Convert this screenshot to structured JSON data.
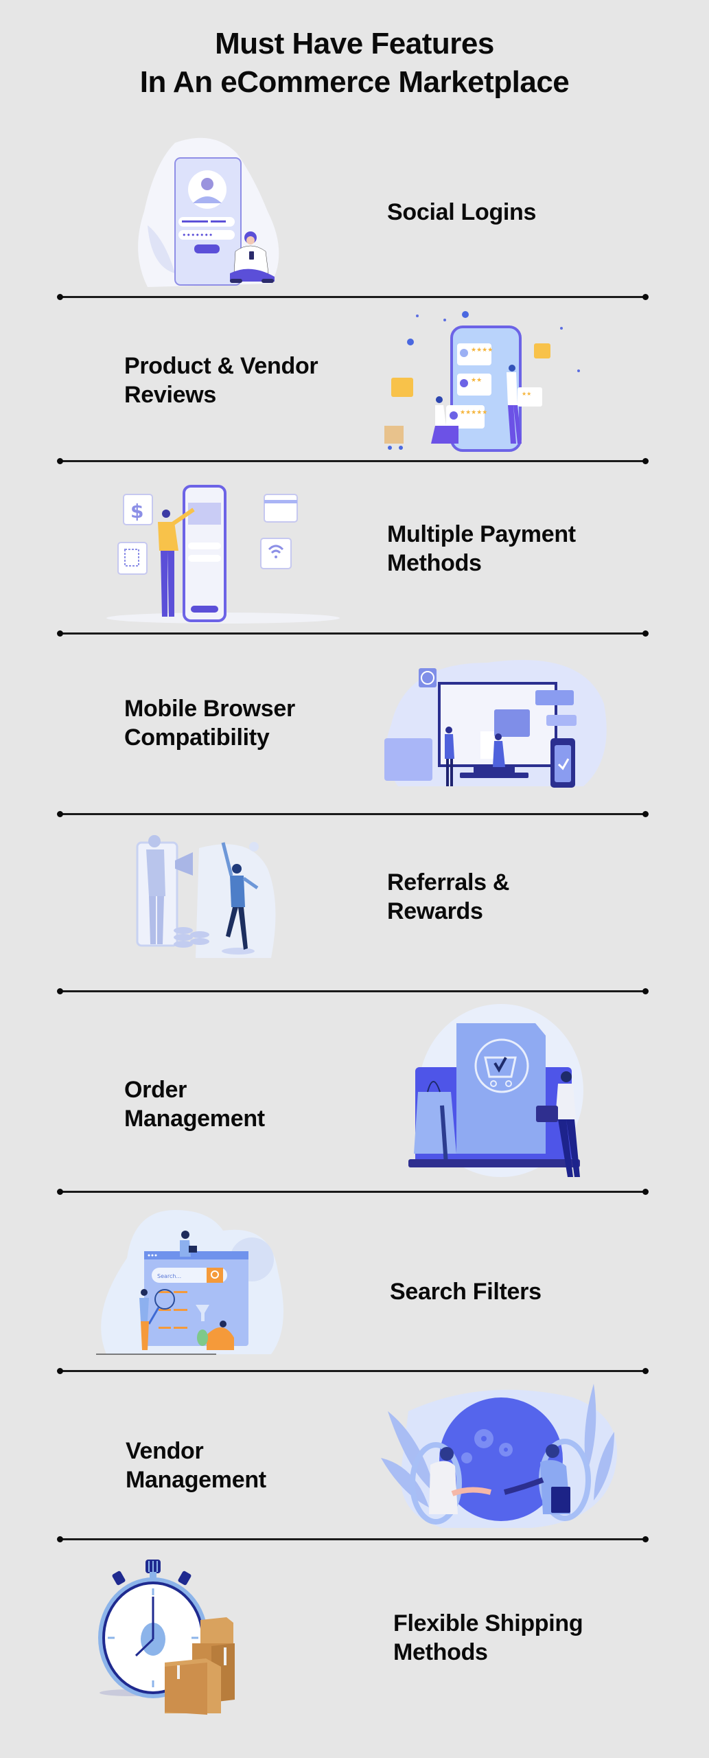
{
  "title": {
    "line1": "Must Have Features",
    "line2": "In An eCommerce Marketplace"
  },
  "features": [
    {
      "line1": "Social Logins",
      "line2": "",
      "illustration": "phone-login-illustration"
    },
    {
      "line1": "Product & Vendor",
      "line2": "Reviews",
      "illustration": "phone-reviews-illustration"
    },
    {
      "line1": "Multiple Payment",
      "line2": "Methods",
      "illustration": "phone-payment-illustration"
    },
    {
      "line1": "Mobile Browser",
      "line2": "Compatibility",
      "illustration": "multi-device-illustration"
    },
    {
      "line1": "Referrals &",
      "line2": "Rewards",
      "illustration": "megaphone-referral-illustration"
    },
    {
      "line1": "Order",
      "line2": "Management",
      "illustration": "cart-checkout-illustration"
    },
    {
      "line1": "Search Filters",
      "line2": "",
      "illustration": "search-browser-illustration"
    },
    {
      "line1": "Vendor",
      "line2": "Management",
      "illustration": "globe-handshake-illustration"
    },
    {
      "line1": "Flexible Shipping",
      "line2": "Methods",
      "illustration": "stopwatch-boxes-illustration"
    }
  ],
  "illustration_text": {
    "password_mask": "•••••••",
    "search_placeholder": "Search...",
    "dollar_sign": "$"
  },
  "colors": {
    "background": "#e6e6e6",
    "text": "#0a0a0a",
    "accent_purple": "#5b4fd8",
    "accent_lavender": "#a9b4f5",
    "accent_orange": "#f59a3a",
    "accent_yellow": "#f8c24a",
    "box_brown": "#d9a25e"
  }
}
